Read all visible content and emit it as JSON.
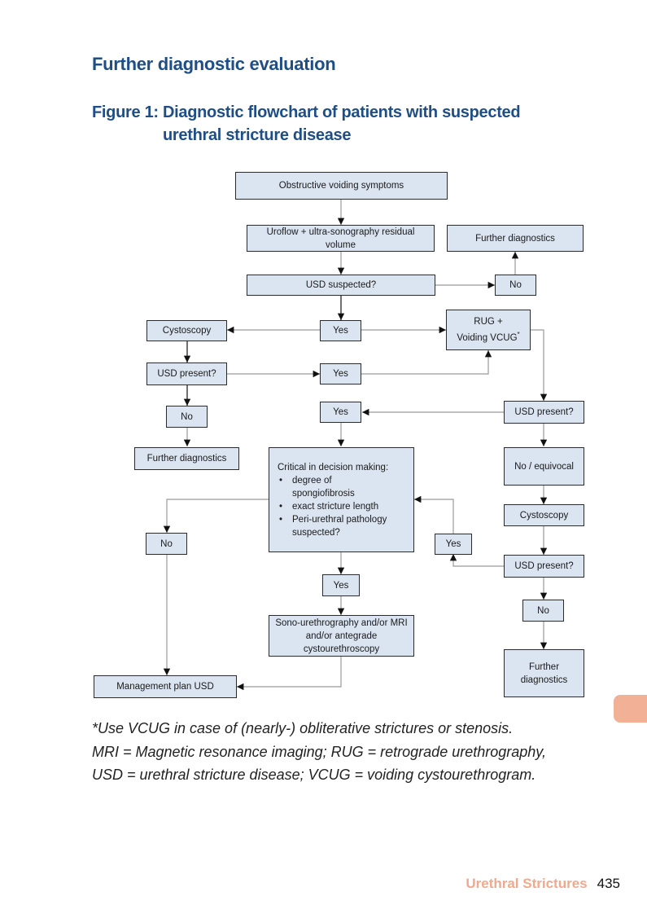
{
  "heading": "Further diagnostic evaluation",
  "figure": {
    "label": "Figure 1:",
    "title_line1": "Diagnostic flowchart of patients with suspected",
    "title_line2": "urethral stricture disease"
  },
  "flowchart": {
    "nodes": {
      "obstructive": "Obstructive voiding symptoms",
      "uroflow": "Uroflow + ultra-sonography residual volume",
      "usd_suspected": "USD suspected?",
      "no_top": "No",
      "further_top": "Further diagnostics",
      "yes_center": "Yes",
      "cystoscopy_left": "Cystoscopy",
      "usd_present_left": "USD present?",
      "yes_mid": "Yes",
      "no_left": "No",
      "further_left": "Further diagnostics",
      "rug_line1": "RUG +",
      "rug_line2": "Voiding VCUG",
      "rug_sup": "*",
      "usd_present_right": "USD present?",
      "yes_lower": "Yes",
      "critical_title": "Critical in decision making:",
      "critical_items": [
        "degree of spongiofibrosis",
        "exact stricture length",
        "Peri-urethral pathology suspected?"
      ],
      "no_equivocal": "No / equivocal",
      "cystoscopy_right": "Cystoscopy",
      "usd_present_right2": "USD present?",
      "yes_right": "Yes",
      "no_far_left": "No",
      "yes_bottom": "Yes",
      "sono": "Sono-urethrography and/or MRI and/or antegrade cystourethroscopy",
      "no_right": "No",
      "further_right": "Further diagnostics",
      "management": "Management plan USD"
    },
    "colors": {
      "box_fill": "#dbe5f1",
      "box_border": "#2b2b2b",
      "connector": "#9a9a9a"
    }
  },
  "notes": [
    "*Use VCUG in case of (nearly-) obliterative strictures or stenosis.",
    "MRI = Magnetic resonance imaging; RUG = retrograde urethrography,",
    "USD = urethral stricture disease; VCUG = voiding cystourethrogram."
  ],
  "footer": {
    "section": "Urethral Strictures",
    "page": "435"
  },
  "accent_colors": {
    "heading": "#1f4e87",
    "footer_section": "#f0a98d",
    "side_tab": "#f2b096"
  }
}
